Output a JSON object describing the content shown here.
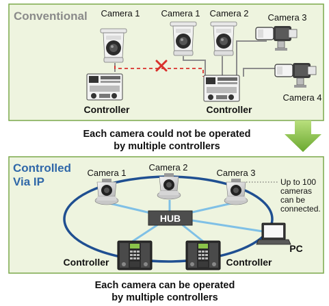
{
  "top_panel": {
    "title": "Conventional",
    "camera_labels": [
      "Camera 1",
      "Camera 1",
      "Camera 2",
      "Camera 3",
      "Camera 4"
    ],
    "controller_labels": [
      "Controller",
      "Controller"
    ]
  },
  "middle_caption": [
    "Each camera could not be operated",
    "by multiple controllers"
  ],
  "bottom_panel": {
    "title_line1": "Controlled",
    "title_line2": "Via IP",
    "camera_labels": [
      "Camera 1",
      "Camera 2",
      "Camera 3"
    ],
    "annotation": [
      "Up to 100",
      "cameras",
      "can be",
      "connected."
    ],
    "hub_label": "HUB",
    "pc_label": "PC",
    "controller_labels": [
      "Controller",
      "Controller"
    ]
  },
  "bottom_caption": [
    "Each camera can be operated",
    "by multiple controllers"
  ],
  "colors": {
    "panel_bg": "#eef4df",
    "panel_border": "#7aa84a",
    "title_gray": "#8a8a8a",
    "title_blue": "#2f67a8",
    "ring_blue": "#1f4f91",
    "link_light": "#7fc0e6",
    "no_link_red": "#d9302c",
    "arrow_green": "#8dc542",
    "cable_gray": "#8c8c8c"
  },
  "icons": {
    "blocked_link": "x-mark-icon",
    "transition": "down-arrow-icon"
  }
}
